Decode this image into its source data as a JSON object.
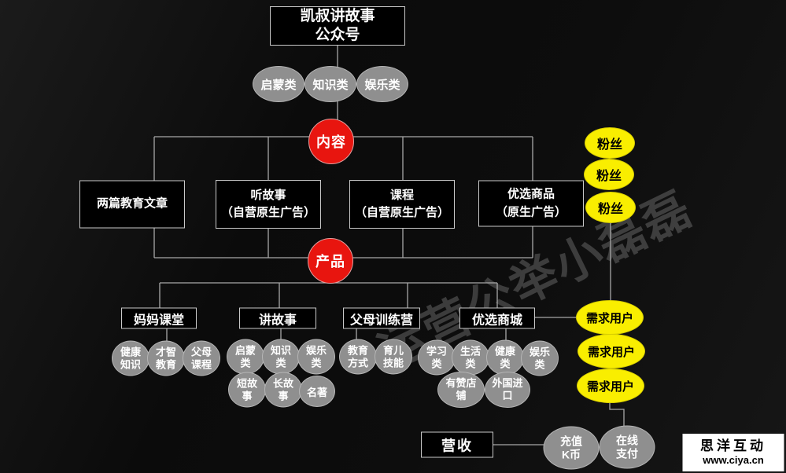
{
  "title": {
    "line1": "凯叔讲故事",
    "line2": "公众号"
  },
  "top_categories": [
    {
      "label": "启蒙类"
    },
    {
      "label": "知识类"
    },
    {
      "label": "娱乐类"
    }
  ],
  "hubs": {
    "content": "内容",
    "product": "产品"
  },
  "channels": [
    {
      "line1": "两篇教育文章",
      "line2": ""
    },
    {
      "line1": "听故事",
      "line2": "（自营原生广告）"
    },
    {
      "line1": "课程",
      "line2": "（自营原生广告）"
    },
    {
      "line1": "优选商品",
      "line2": "（原生广告）"
    }
  ],
  "products": [
    {
      "name": "妈妈课堂",
      "children": [
        {
          "label": "健康知识"
        },
        {
          "label": "才智教育"
        },
        {
          "label": "父母课程"
        }
      ]
    },
    {
      "name": "讲故事",
      "row1": [
        {
          "label": "启蒙类"
        },
        {
          "label": "知识类"
        },
        {
          "label": "娱乐类"
        }
      ],
      "row2": [
        {
          "label": "短故事"
        },
        {
          "label": "长故事"
        },
        {
          "label": "名著"
        }
      ]
    },
    {
      "name": "父母训练营",
      "children": [
        {
          "label": "教育方式"
        },
        {
          "label": "育儿技能"
        }
      ]
    },
    {
      "name": "优选商城",
      "row1": [
        {
          "label": "学习类"
        },
        {
          "label": "生活类"
        },
        {
          "label": "健康类"
        },
        {
          "label": "娱乐类"
        }
      ],
      "row2": [
        {
          "label": "有赞店铺"
        },
        {
          "label": "外国进口"
        }
      ]
    }
  ],
  "audience": {
    "fans": [
      {
        "label": "粉丝"
      },
      {
        "label": "粉丝"
      },
      {
        "label": "粉丝"
      }
    ],
    "demand_users": [
      {
        "label": "需求用户"
      },
      {
        "label": "需求用户"
      },
      {
        "label": "需求用户"
      }
    ]
  },
  "revenue": {
    "label": "营收",
    "methods": [
      {
        "label": "充值K币"
      },
      {
        "label": "在线支付"
      }
    ]
  },
  "watermark": "运营公举小磊磊",
  "logo": {
    "name": "思洋互动",
    "url": "www.ciya.cn"
  },
  "colors": {
    "accent_red": "#e8150f",
    "accent_yellow": "#f9ee00",
    "node_gray": "#8f8f8f",
    "line_gray": "#a8a8a8",
    "box_background": "#000000",
    "box_border": "#c9c9c9"
  }
}
